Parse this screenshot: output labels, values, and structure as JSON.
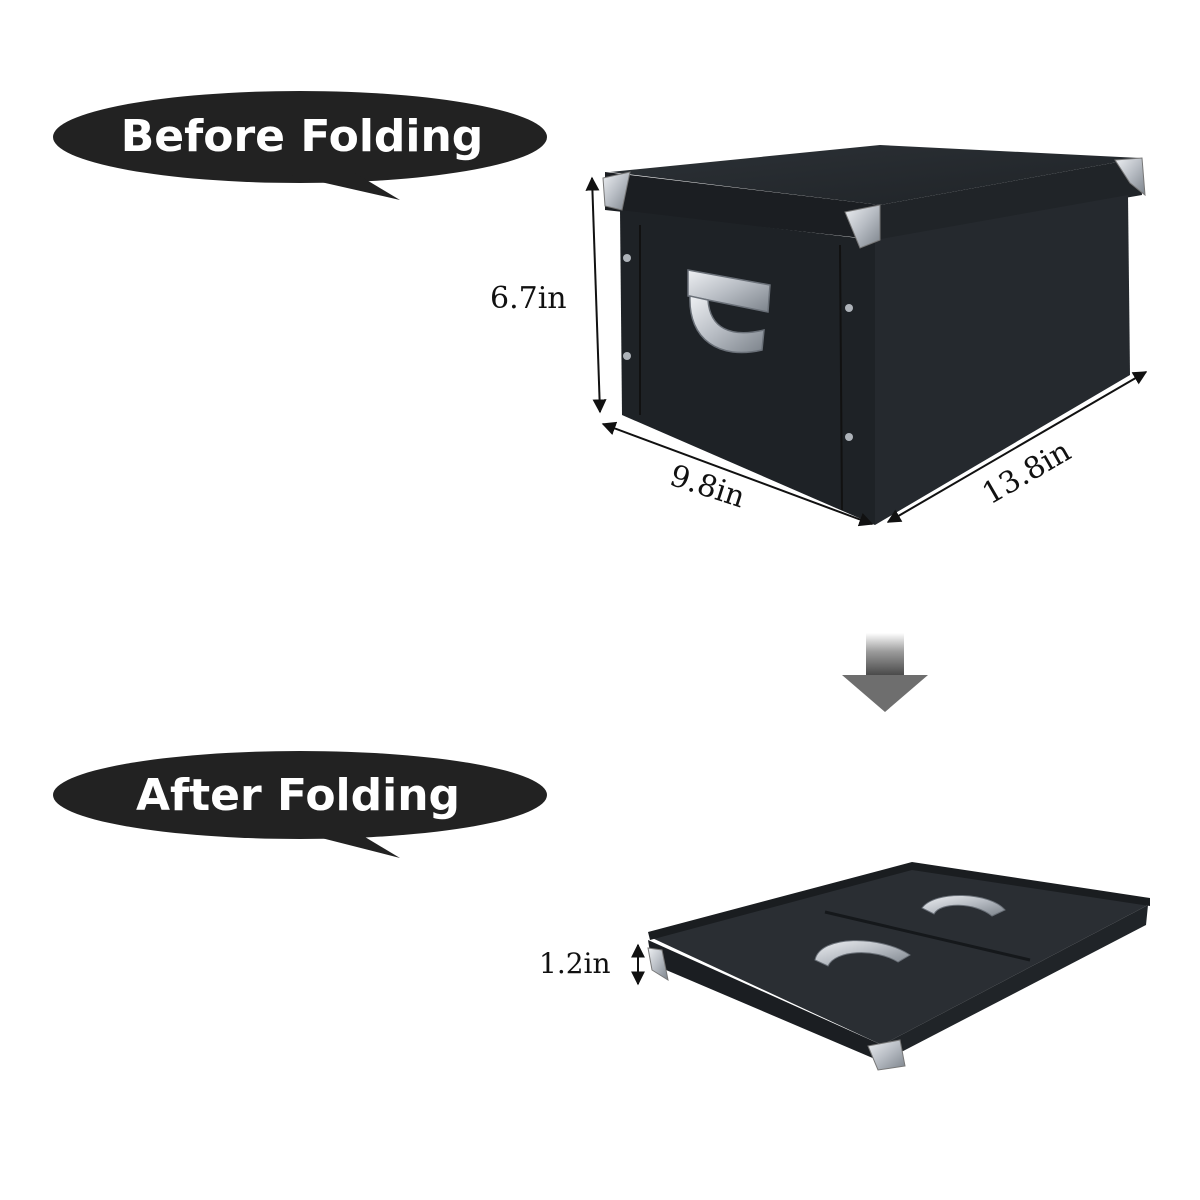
{
  "labels": {
    "before": "Before Folding",
    "after": "After Folding"
  },
  "dimensions": {
    "height": "6.7in",
    "width": "9.8in",
    "length": "13.8in",
    "folded_height": "1.2in"
  },
  "colors": {
    "bubble": "#222222",
    "box": "#23272b",
    "hardware": "#c9cdd2",
    "arrow": "#6e6e6e"
  },
  "icons": {
    "transition": "down-arrow-icon"
  }
}
